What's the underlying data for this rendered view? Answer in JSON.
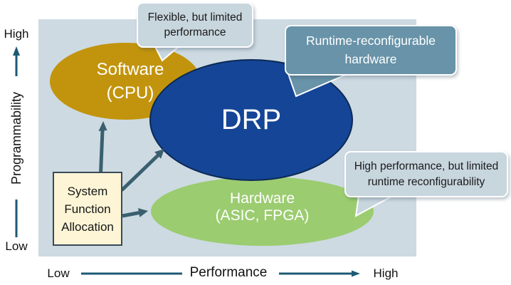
{
  "axes": {
    "y": {
      "label": "Programmability",
      "high": "High",
      "low": "Low"
    },
    "x": {
      "label": "Performance",
      "low": "Low",
      "high": "High"
    }
  },
  "ellipses": {
    "software": {
      "line1": "Software",
      "line2": "(CPU)"
    },
    "drp": {
      "label": "DRP"
    },
    "hardware": {
      "line1": "Hardware",
      "line2": "(ASIC, FPGA)"
    }
  },
  "callouts": {
    "software": {
      "line1": "Flexible, but limited",
      "line2": "performance"
    },
    "drp": {
      "line1": "Runtime-reconfigurable",
      "line2": "hardware"
    },
    "hardware": {
      "line1": "High performance, but limited",
      "line2": "runtime reconfigurability"
    }
  },
  "allocation_box": {
    "line1": "System",
    "line2": "Function",
    "line3": "Allocation"
  },
  "colors": {
    "plot_bg": "#cddae2",
    "software_fill": "#c2940d",
    "drp_fill": "#154596",
    "drp_border": "#0c2a55",
    "hardware_fill": "#9bcc70",
    "callout_light_fill": "#c8d6de",
    "callout_dark_fill": "#6893a8",
    "callout_border": "#ffffff",
    "allocation_fill": "#fdf5d6",
    "allocation_border": "#3a4a58",
    "arrow": "#3a6070",
    "axis": "#1d5a75",
    "text_dark": "#1a1a1a",
    "text_light": "#ffffff"
  }
}
